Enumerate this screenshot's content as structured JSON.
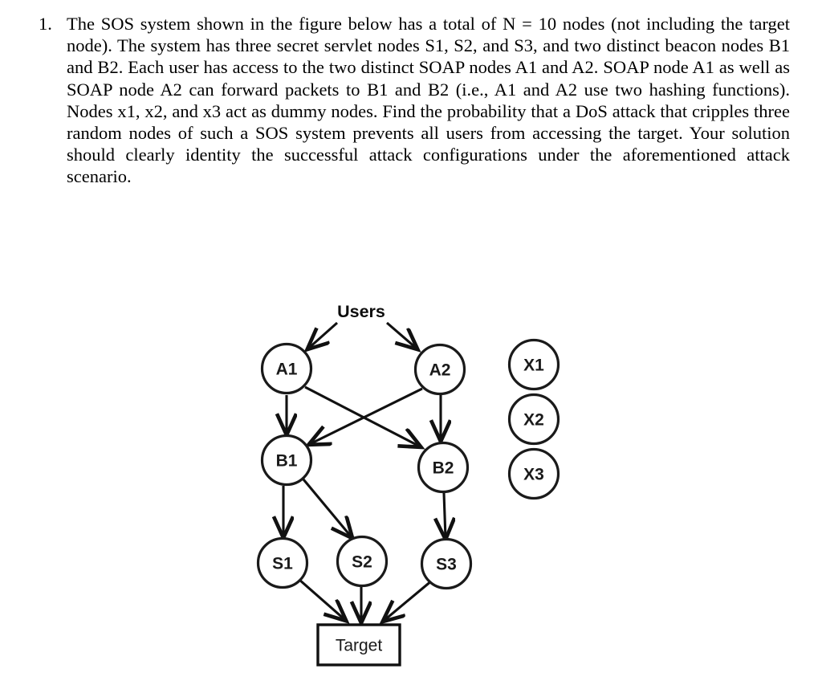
{
  "page": {
    "background": "#ffffff",
    "ink_color": "#111111"
  },
  "question": {
    "number": "1.",
    "text": "The SOS system shown in the figure below has a total of N = 10 nodes (not including the target node). The system has three secret servlet nodes S1, S2, and S3, and two distinct beacon nodes B1 and B2. Each user has access to the two distinct SOAP nodes A1 and A2. SOAP node A1 as well as SOAP node A2 can forward packets to B1 and B2 (i.e., A1 and A2 use two hashing functions). Nodes x1, x2, and x3 act as dummy nodes. Find the probability that a DoS attack that cripples three random nodes of such a SOS system prevents all users from accessing the target. Your solution should clearly identity the successful attack configurations under the aforementioned attack scenario."
  },
  "figure": {
    "users_label": "Users",
    "target_label": "Target",
    "nodes": {
      "a1": "A1",
      "a2": "A2",
      "b1": "B1",
      "b2": "B2",
      "s1": "S1",
      "s2": "S2",
      "s3": "S3",
      "x1": "X1",
      "x2": "X2",
      "x3": "X3"
    },
    "edges": [
      "Users -> A1",
      "Users -> A2",
      "A1 -> B1",
      "A1 -> B2",
      "A2 -> B1",
      "A2 -> B2",
      "B1 -> S1",
      "B1 -> S2",
      "B2 -> S3",
      "S1 -> Target",
      "S2 -> Target",
      "S3 -> Target"
    ]
  }
}
